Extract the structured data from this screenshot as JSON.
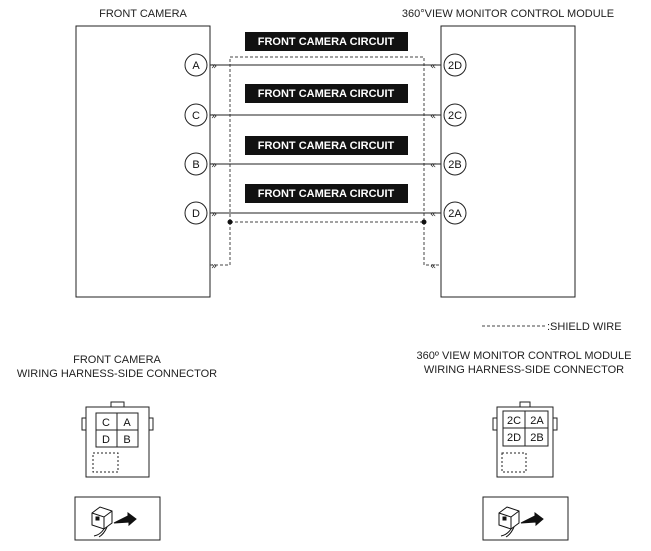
{
  "labels": {
    "front_camera": "FRONT CAMERA",
    "control_module": "360°VIEW MONITOR CONTROL MODULE",
    "shield_wire": ":SHIELD WIRE",
    "fc_connector_line1": "FRONT CAMERA",
    "fc_connector_line2": "WIRING HARNESS-SIDE CONNECTOR",
    "cm_connector_line1": "360º VIEW MONITOR CONTROL MODULE",
    "cm_connector_line2": "WIRING HARNESS-SIDE CONNECTOR"
  },
  "circuits": [
    {
      "left_pin": "A",
      "right_pin": "2D",
      "label": "FRONT CAMERA CIRCUIT"
    },
    {
      "left_pin": "C",
      "right_pin": "2C",
      "label": "FRONT CAMERA CIRCUIT"
    },
    {
      "left_pin": "B",
      "right_pin": "2B",
      "label": "FRONT CAMERA CIRCUIT"
    },
    {
      "left_pin": "D",
      "right_pin": "2A",
      "label": "FRONT CAMERA CIRCUIT"
    }
  ],
  "fc_connector": {
    "cells": [
      "C",
      "A",
      "D",
      "B"
    ]
  },
  "cm_connector": {
    "cells": [
      "2C",
      "2A",
      "2D",
      "2B"
    ]
  },
  "icons": {
    "connector_view": "connector-insertion-view-icon",
    "connector_chevron": "connector-chevron-icon"
  }
}
